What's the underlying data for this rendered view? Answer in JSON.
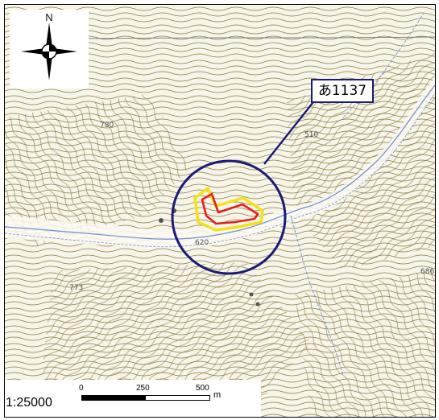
{
  "map": {
    "compass": {
      "north_label": "N",
      "icon": "compass-rose-icon"
    },
    "callout": {
      "label": "あ1137",
      "border_color": "#1a1a78"
    },
    "highlight": {
      "outline_color": "#e51e1e",
      "buffer_color": "#f2e21a",
      "circle_color": "#1a1a78"
    },
    "elevation_labels": [
      "780",
      "510",
      "620",
      "773",
      "686"
    ],
    "scale": {
      "ratio": "1:25000",
      "ticks": [
        "0",
        "250",
        "500"
      ],
      "unit": "m"
    },
    "colors": {
      "contour": "#8a7d3c",
      "river": "#6f8ed6",
      "background": "#f7f4ea"
    }
  }
}
